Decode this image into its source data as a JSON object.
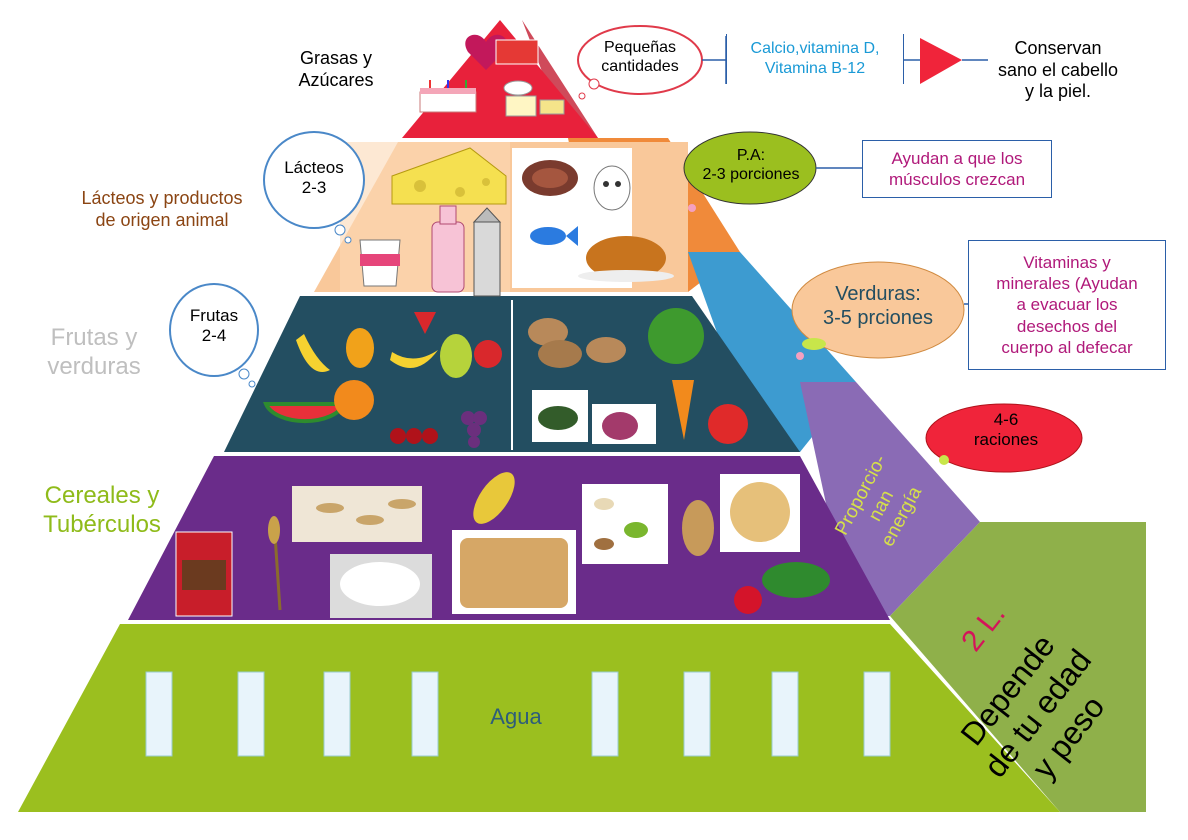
{
  "tiers": {
    "fats": {
      "label": "Grasas y\nAzúcares",
      "color": "#e8213b"
    },
    "dairy": {
      "label": "Lácteos y productos\nde origen animal",
      "color": "#f9c89a",
      "text_color": "#8b4513"
    },
    "fruits": {
      "label": "Frutas y\nverduras",
      "color": "#234e61",
      "text_color": "#bfbfbf"
    },
    "cereals": {
      "label": "Cereales y\nTubérculos",
      "color": "#6a2c8a",
      "text_color": "#8fbb1a"
    },
    "water": {
      "label": "Agua",
      "color": "#9bbf1f",
      "text_color": "#2d5d7a"
    }
  },
  "clouds": {
    "small_amounts": "Pequeñas\ncantidades",
    "dairy_portions": "Lácteos\n2-3",
    "protein": "P.A:\n2-3 porciones",
    "fruit_portions": "Frutas\n2-4",
    "vegetables": "Verduras:\n3-5 prciones",
    "rations": "4-6\nraciones"
  },
  "boxes": {
    "vitamins": "Calcio,vitamina D,\nVitamina B-12",
    "muscles": "Ayudan a que los\nmúsculos crezcan",
    "minerals": "Vitaminas y\nminerales (Ayudan\na evacuar los\ndesechos del\ncuerpo al defecar"
  },
  "side_labels": {
    "conserve": "Conservan\nsano el cabello\ny la piel.",
    "energy": "Proporcio-\nnan\nenergía",
    "water_amount": "2 L.",
    "water_note": "Depende\nde tu edad\ny  peso"
  },
  "colors": {
    "orange_side": "#f08a3a",
    "blue_side": "#3d9bd0",
    "purple_side": "#8a6bb5",
    "green_side": "#8fb04a",
    "cyan_text": "#1a9ad6",
    "magenta_text": "#b0197a",
    "red_text": "#d4145a"
  },
  "icons": [
    "cake-icon",
    "cheese-icon",
    "steak-icon",
    "fish-icon",
    "yogurt-icon",
    "milk-icon",
    "chicken-icon",
    "banana-icon",
    "strawberry-icon",
    "watermelon-icon",
    "orange-icon",
    "pear-icon",
    "apple-icon",
    "cherry-icon",
    "grapes-icon",
    "potato-icon",
    "lettuce-icon",
    "carrot-icon",
    "tomato-icon",
    "zucchini-icon",
    "onion-icon",
    "cereal-box-icon",
    "wheat-icon",
    "oats-icon",
    "rice-icon",
    "corn-icon",
    "bread-icon",
    "beans-icon",
    "radish-icon",
    "water-glass-icon"
  ]
}
